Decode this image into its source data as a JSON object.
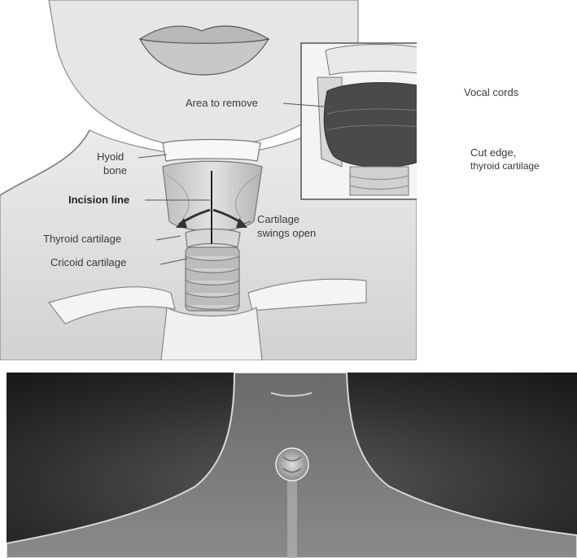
{
  "illustration": {
    "labels": {
      "area_to_remove": "Area to remove",
      "vocal_cords": "Vocal cords",
      "cut_edge_line1": "Cut edge,",
      "cut_edge_line2": "thyroid cartilage",
      "hyoid_line1": "Hyoid",
      "hyoid_line2": "bone",
      "incision_line": "Incision line",
      "thyroid_cartilage": "Thyroid cartilage",
      "cricoid_cartilage": "Cricoid cartilage",
      "swings_line1": "Cartilage",
      "swings_line2": "swings open"
    }
  }
}
